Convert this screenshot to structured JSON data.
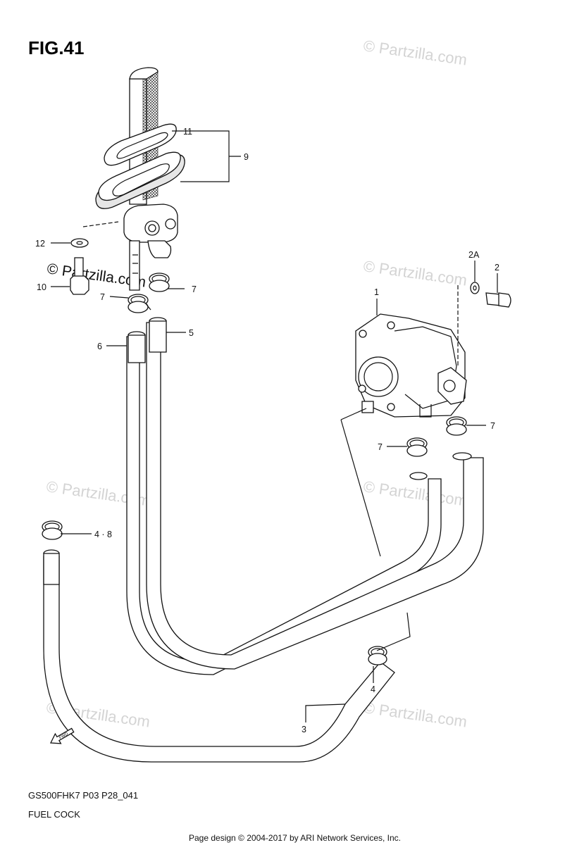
{
  "figure": {
    "title": "FIG.41",
    "model_code": "GS500FHK7 P03 P28_041",
    "section_name": "FUEL COCK",
    "copyright": "Page design © 2004-2017 by ARI Network Services, Inc.",
    "fwd_label": "FWD"
  },
  "watermark": {
    "text": "© Partzilla.com",
    "color": "#d4d4d4"
  },
  "callouts": [
    {
      "id": "1",
      "label": "1"
    },
    {
      "id": "2",
      "label": "2"
    },
    {
      "id": "2a",
      "label": "2A"
    },
    {
      "id": "3",
      "label": "3"
    },
    {
      "id": "4",
      "label": "4"
    },
    {
      "id": "4-8",
      "label": "4 · 8"
    },
    {
      "id": "5",
      "label": "5"
    },
    {
      "id": "6",
      "label": "6"
    },
    {
      "id": "7a",
      "label": "7"
    },
    {
      "id": "7b",
      "label": "7"
    },
    {
      "id": "7c",
      "label": "7"
    },
    {
      "id": "7d",
      "label": "7"
    },
    {
      "id": "9",
      "label": "9"
    },
    {
      "id": "10",
      "label": "10"
    },
    {
      "id": "11",
      "label": "11"
    },
    {
      "id": "12",
      "label": "12"
    }
  ]
}
